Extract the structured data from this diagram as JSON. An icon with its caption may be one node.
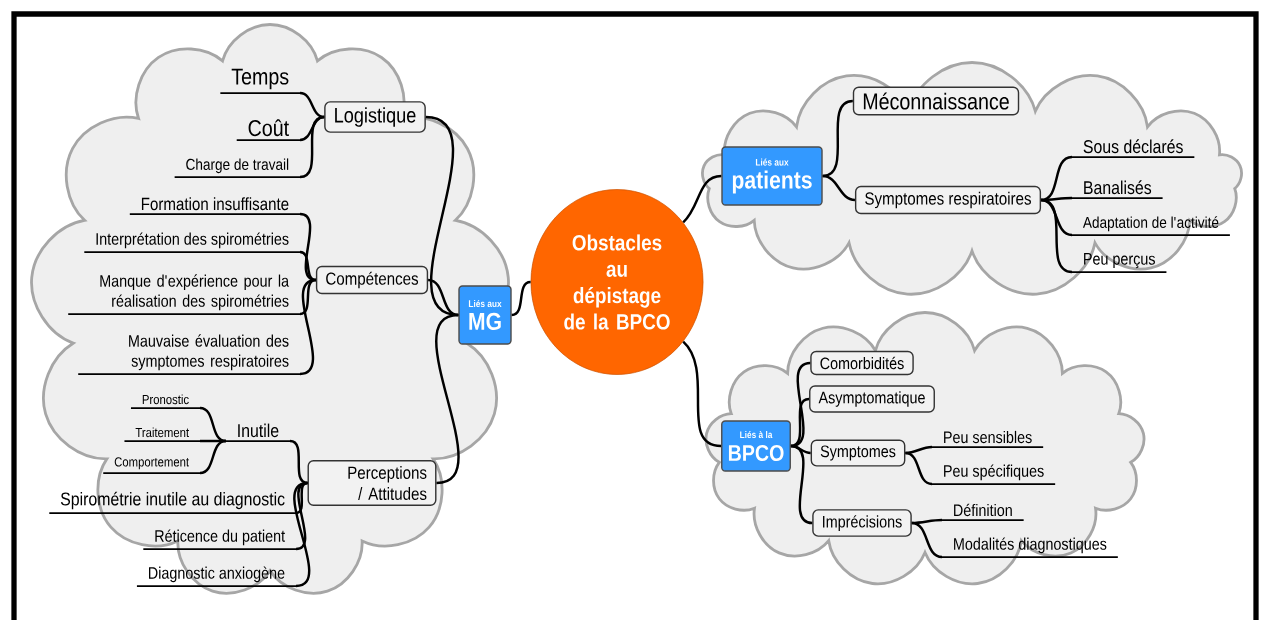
{
  "diagram": {
    "nodes": [
      {
        "text": [],
        "shape": "cloud"
      },
      {
        "text": [
          "Liés aux",
          "MG"
        ],
        "in": 0
      },
      {
        "text": [
          "Logistique"
        ],
        "in": 0
      },
      {
        "text": [
          "Temps"
        ],
        "in": 0
      },
      {
        "text": [
          "Coût"
        ],
        "in": 0
      },
      {
        "text": [
          "Charge de travail"
        ],
        "in": 0
      },
      {
        "text": [
          "Compétences"
        ],
        "in": 0
      },
      {
        "text": [
          "Formation insuffisante"
        ],
        "in": 0
      },
      {
        "text": [
          "Interprétation des spirométries"
        ],
        "in": 0
      },
      {
        "text": [
          "Manque d'expérience pour la réalisation des spirométries"
        ],
        "in": 0
      },
      {
        "text": [
          "Mauvaise évaluation des symptomes respiratoires"
        ],
        "in": 0
      },
      {
        "text": [
          "Perceptions / Attitudes"
        ],
        "in": 0
      },
      {
        "text": [
          "Inutile"
        ],
        "in": 0
      },
      {
        "text": [
          "Pronostic"
        ],
        "in": 0
      },
      {
        "text": [
          "Traitement"
        ],
        "in": 0
      },
      {
        "text": [
          "Comportement"
        ],
        "in": 0
      },
      {
        "text": [
          "Spirométrie inutile au diagnostic"
        ],
        "in": 0
      },
      {
        "text": [
          "Réticence du patient"
        ],
        "in": 0
      },
      {
        "text": [
          "Diagnostic anxiogène"
        ],
        "in": 0
      },
      {
        "text": [
          "Obstacles au dépistage de la BPCO"
        ]
      },
      {
        "text": [],
        "shape": "cloud"
      },
      {
        "text": [
          "Liés aux",
          "patients"
        ],
        "in": 20
      },
      {
        "text": [
          "Méconnaissance"
        ],
        "in": 20
      },
      {
        "text": [
          "Symptomes respiratoires"
        ],
        "in": 20
      },
      {
        "text": [
          "Sous déclarés"
        ],
        "in": 20
      },
      {
        "text": [
          "Banalisés"
        ],
        "in": 20
      },
      {
        "text": [
          "Adaptation de l'activité"
        ],
        "in": 20
      },
      {
        "text": [
          "Peu perçus"
        ],
        "in": 20
      },
      {
        "text": [],
        "shape": "cloud"
      },
      {
        "text": [
          "Liés à la",
          "BPCO"
        ],
        "in": 28
      },
      {
        "text": [
          "Comorbidités"
        ],
        "in": 28
      },
      {
        "text": [
          "Asymptomatique"
        ],
        "in": 28
      },
      {
        "text": [
          "Symptomes"
        ],
        "in": 28
      },
      {
        "text": [
          "Peu sensibles"
        ],
        "in": 28
      },
      {
        "text": [
          "Peu spécifiques"
        ],
        "in": 28
      },
      {
        "text": [
          "Imprécisions"
        ],
        "in": 28
      },
      {
        "text": [
          "Définition"
        ],
        "in": 28
      },
      {
        "text": [
          "Modalités diagnostiques"
        ],
        "in": 28
      }
    ],
    "edges": [
      {
        "from": 19,
        "to": 1,
        "arrow": "none"
      },
      {
        "from": 1,
        "to": 2,
        "arrow": "none"
      },
      {
        "from": 1,
        "to": 6,
        "arrow": "none"
      },
      {
        "from": 1,
        "to": 11,
        "arrow": "none"
      },
      {
        "from": 2,
        "to": 3,
        "arrow": "none"
      },
      {
        "from": 2,
        "to": 4,
        "arrow": "none"
      },
      {
        "from": 2,
        "to": 5,
        "arrow": "none"
      },
      {
        "from": 6,
        "to": 7,
        "arrow": "none"
      },
      {
        "from": 6,
        "to": 8,
        "arrow": "none"
      },
      {
        "from": 6,
        "to": 9,
        "arrow": "none"
      },
      {
        "from": 6,
        "to": 10,
        "arrow": "none"
      },
      {
        "from": 11,
        "to": 12,
        "arrow": "none"
      },
      {
        "from": 12,
        "to": 13,
        "arrow": "none"
      },
      {
        "from": 12,
        "to": 14,
        "arrow": "none"
      },
      {
        "from": 12,
        "to": 15,
        "arrow": "none"
      },
      {
        "from": 11,
        "to": 16,
        "arrow": "none"
      },
      {
        "from": 11,
        "to": 17,
        "arrow": "none"
      },
      {
        "from": 11,
        "to": 18,
        "arrow": "none"
      },
      {
        "from": 19,
        "to": 21,
        "arrow": "none"
      },
      {
        "from": 21,
        "to": 22,
        "arrow": "none"
      },
      {
        "from": 21,
        "to": 23,
        "arrow": "none"
      },
      {
        "from": 23,
        "to": 24,
        "arrow": "none"
      },
      {
        "from": 23,
        "to": 25,
        "arrow": "none"
      },
      {
        "from": 23,
        "to": 26,
        "arrow": "none"
      },
      {
        "from": 23,
        "to": 27,
        "arrow": "none"
      },
      {
        "from": 19,
        "to": 29,
        "arrow": "none"
      },
      {
        "from": 29,
        "to": 30,
        "arrow": "none"
      },
      {
        "from": 29,
        "to": 31,
        "arrow": "none"
      },
      {
        "from": 29,
        "to": 32,
        "arrow": "none"
      },
      {
        "from": 29,
        "to": 35,
        "arrow": "none"
      },
      {
        "from": 32,
        "to": 33,
        "arrow": "none"
      },
      {
        "from": 32,
        "to": 34,
        "arrow": "none"
      },
      {
        "from": 35,
        "to": 36,
        "arrow": "none"
      },
      {
        "from": 35,
        "to": 37,
        "arrow": "none"
      }
    ]
  }
}
